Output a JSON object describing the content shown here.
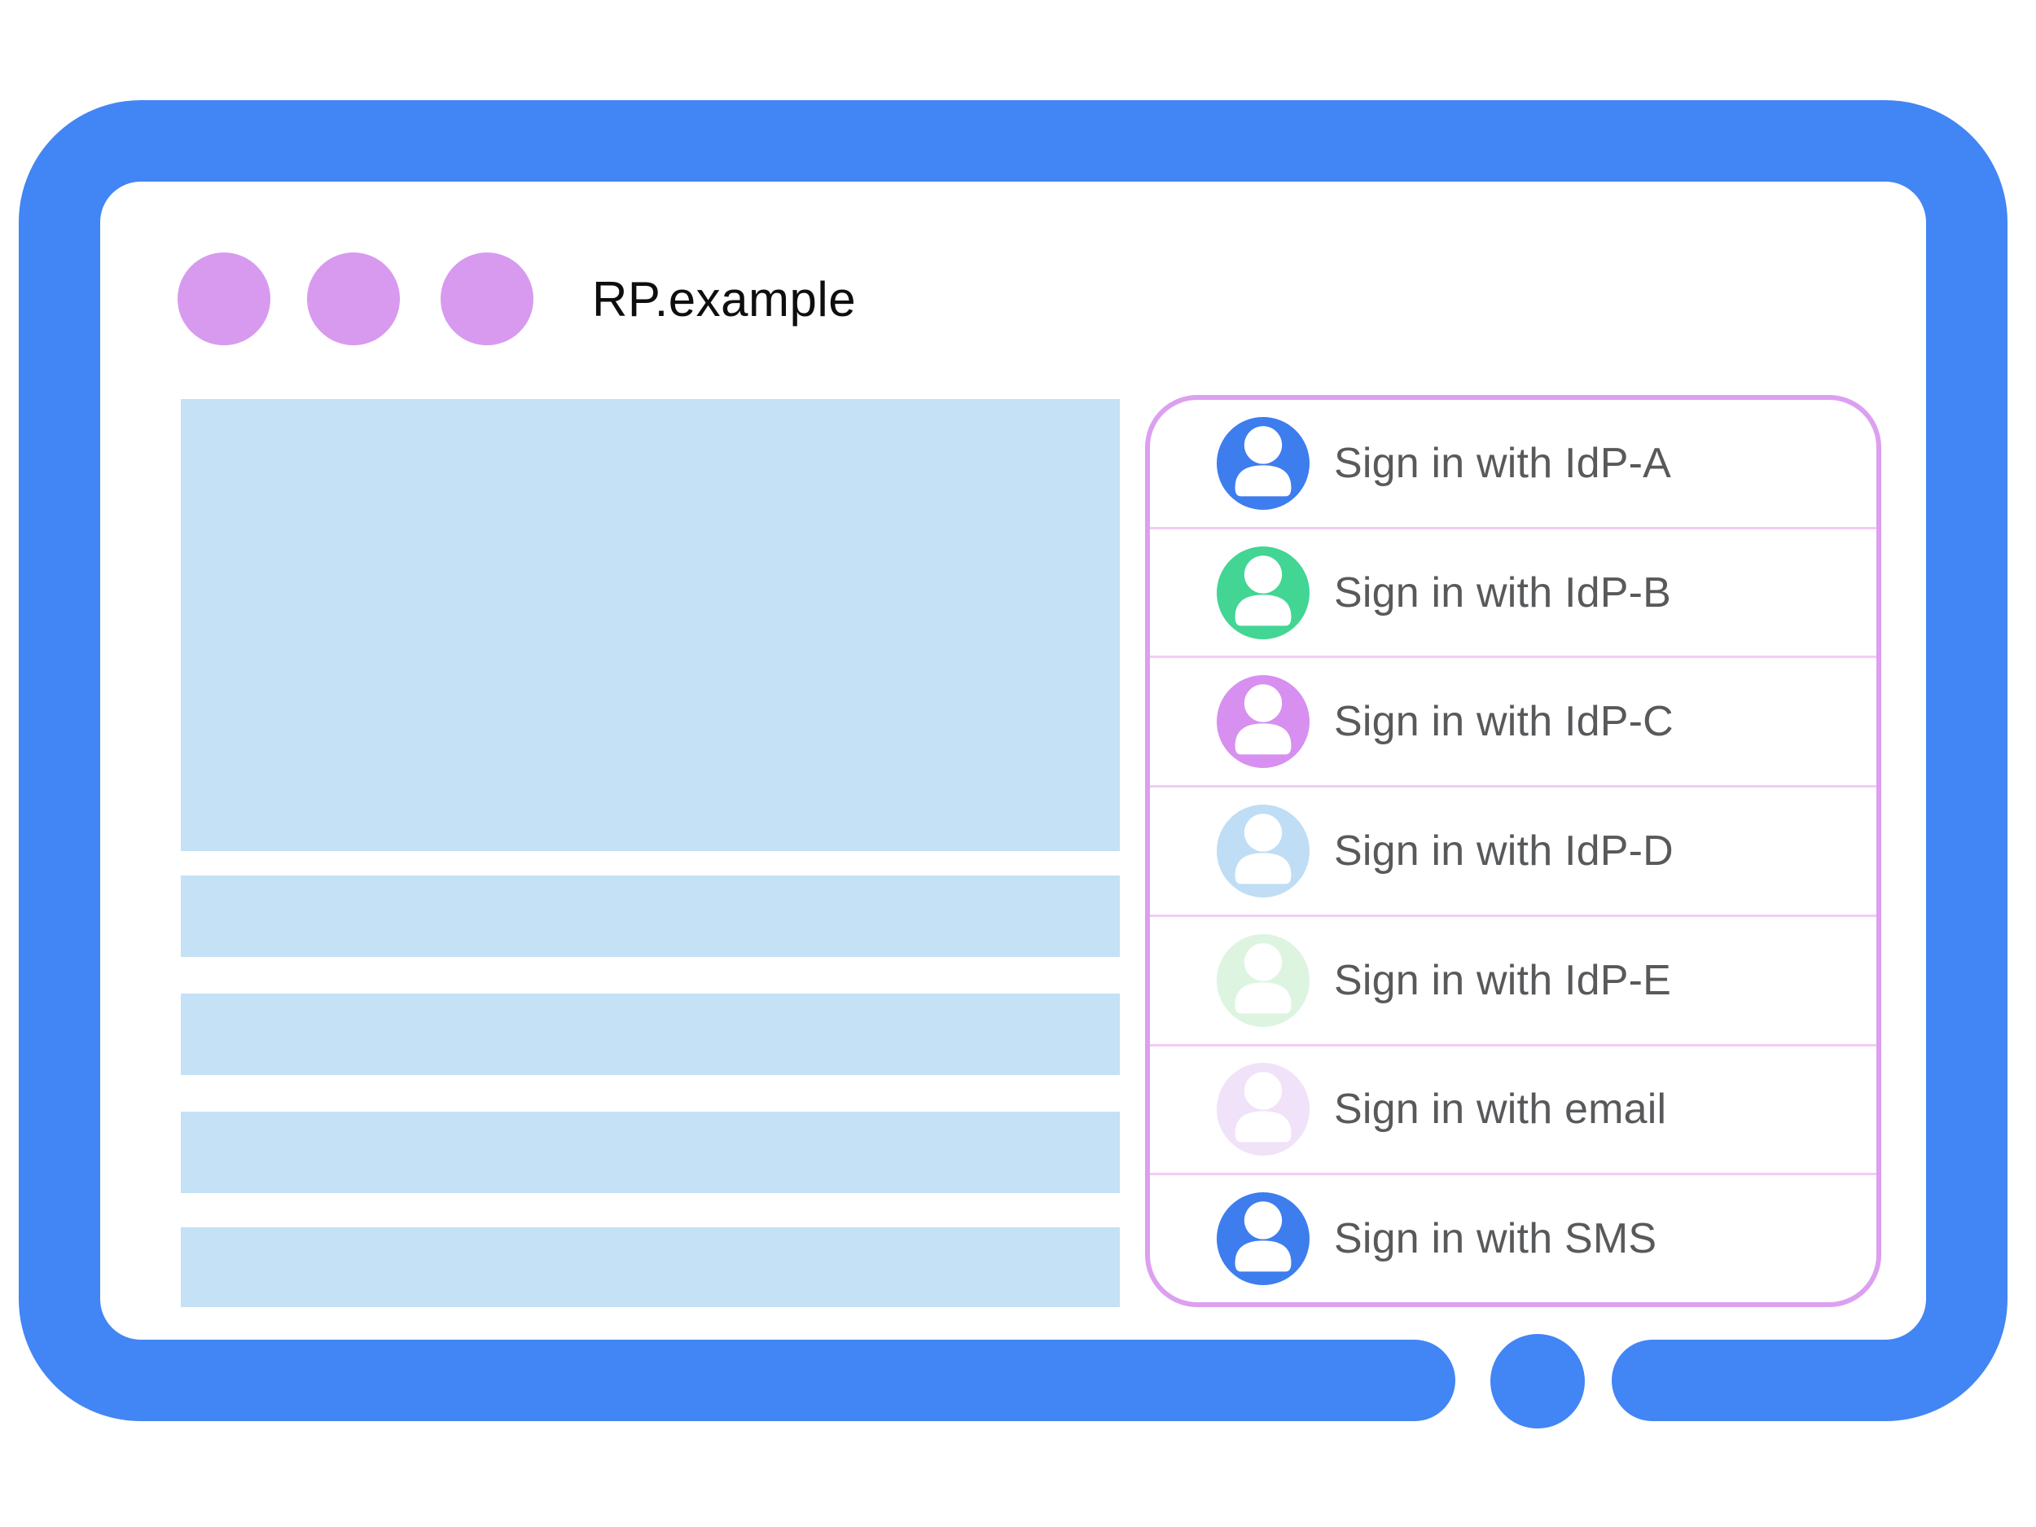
{
  "window": {
    "title": "RP.example",
    "controls": {
      "count": 3,
      "shape": "circle"
    }
  },
  "content": {
    "placeholder_blocks": 5
  },
  "panel": {
    "rows": [
      {
        "label": "Sign in with IdP-A",
        "icon": "person-avatar",
        "color": "#3d7dee"
      },
      {
        "label": "Sign in with IdP-B",
        "icon": "person-avatar",
        "color": "#42d593"
      },
      {
        "label": "Sign in with IdP-C",
        "icon": "person-avatar",
        "color": "#d78ff0"
      },
      {
        "label": "Sign in with IdP-D",
        "icon": "person-avatar",
        "color": "#bfddf4"
      },
      {
        "label": "Sign in with IdP-E",
        "icon": "person-avatar",
        "color": "#ddf5e0"
      },
      {
        "label": "Sign in with email",
        "icon": "person-avatar",
        "color": "#f0e2f8"
      },
      {
        "label": "Sign in with SMS",
        "icon": "person-avatar",
        "color": "#3d7dee"
      }
    ]
  },
  "theme": {
    "frame-blue": "#4285f4",
    "dot-purple": "#d79aef",
    "content-blue": "#c4e1f6",
    "panel-border": "#dca0f0",
    "divider-pink": "#f2ccf5",
    "label-gray": "#58595b",
    "title-black": "#0e0e0e"
  }
}
